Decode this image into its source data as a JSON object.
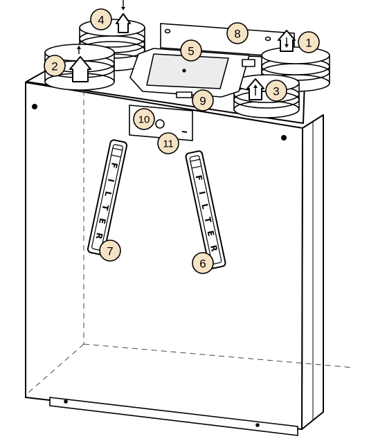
{
  "figure": {
    "callouts": [
      {
        "id": "1",
        "label": "1"
      },
      {
        "id": "2",
        "label": "2"
      },
      {
        "id": "3",
        "label": "3"
      },
      {
        "id": "4",
        "label": "4"
      },
      {
        "id": "5",
        "label": "5"
      },
      {
        "id": "6",
        "label": "6"
      },
      {
        "id": "7",
        "label": "7"
      },
      {
        "id": "8",
        "label": "8"
      },
      {
        "id": "9",
        "label": "9"
      },
      {
        "id": "10",
        "label": "10"
      },
      {
        "id": "11",
        "label": "11"
      }
    ],
    "filter_left": {
      "letters": [
        "F",
        "I",
        "L",
        "T",
        "E",
        "R"
      ]
    },
    "filter_right": {
      "letters": [
        "F",
        "I",
        "L",
        "T",
        "E",
        "R"
      ]
    },
    "colors": {
      "callout_fill": "#f5e3c5",
      "line": "#000000",
      "panel": "#ffffff"
    }
  }
}
